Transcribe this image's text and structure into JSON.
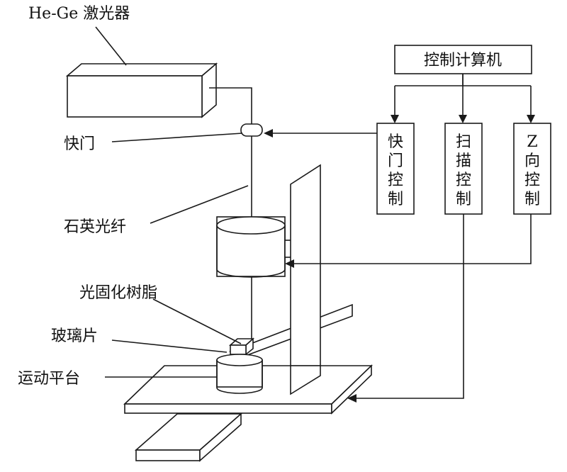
{
  "labels": {
    "laser": "He-Ge 激光器",
    "shutter": "快门",
    "fiber": "石英光纤",
    "resin": "光固化树脂",
    "glass": "玻璃片",
    "stage": "运动平台"
  },
  "computer": "控制计算机",
  "controls": [
    [
      "快",
      "门",
      "控",
      "制"
    ],
    [
      "扫",
      "描",
      "控",
      "制"
    ],
    [
      "Z",
      "向",
      "控",
      "制"
    ]
  ]
}
